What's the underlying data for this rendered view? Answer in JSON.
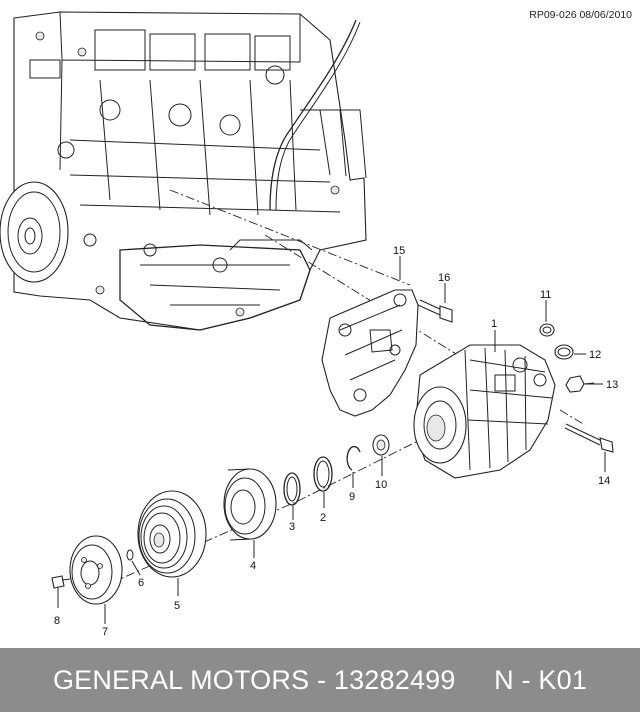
{
  "reference": "RP09-026 08/06/2010",
  "footer_text": "GENERAL MOTORS - 13282499     N - K01",
  "callouts": [
    "1",
    "2",
    "3",
    "4",
    "5",
    "6",
    "7",
    "8",
    "9",
    "10",
    "11",
    "12",
    "13",
    "14",
    "15",
    "16"
  ]
}
